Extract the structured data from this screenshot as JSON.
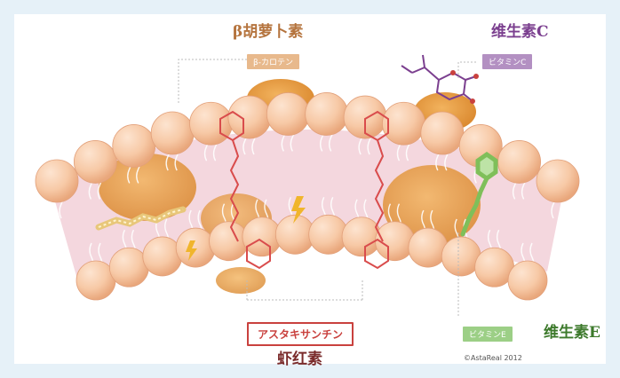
{
  "labels": {
    "beta_carotene": {
      "title": "β胡萝卜素",
      "tag": "β-カロテン",
      "color": "#b5743e",
      "tag_bg": "#e8b98c"
    },
    "vitamin_c": {
      "title": "维生素C",
      "tag": "ビタミンC",
      "color": "#7b3f8f",
      "tag_bg": "#b390c2"
    },
    "astaxanthin": {
      "title": "虾红素",
      "tag": "アスタキサンチン",
      "color": "#7a2b2b",
      "tag_border": "#c9413e",
      "tag_text": "#c9413e"
    },
    "vitamin_e": {
      "title": "维生素E",
      "tag": "ビタミンE",
      "color": "#3d7a2c",
      "tag_bg": "#9ccf86"
    }
  },
  "copyright": "©AstaReal 2012",
  "colors": {
    "bead": "#f7c9a6",
    "bead_shadow": "#e9a77c",
    "membrane": "#f3d3da",
    "blob": "#e3963c",
    "molecule_red": "#d94c4c",
    "molecule_green": "#7fbf5a",
    "molecule_yellow": "#e8c77a",
    "lightning": "#f0b52c"
  }
}
